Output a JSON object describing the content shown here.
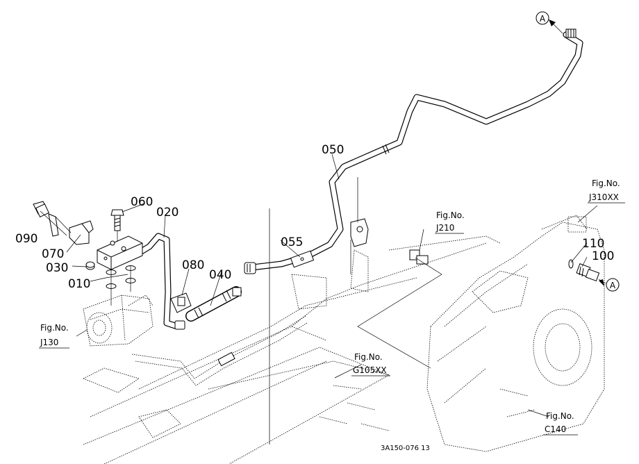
{
  "parts": {
    "p010": "010",
    "p020": "020",
    "p030": "030",
    "p040": "040",
    "p050": "050",
    "p055": "055",
    "p060": "060",
    "p070": "070",
    "p080": "080",
    "p090": "090",
    "p100": "100",
    "p110": "110"
  },
  "markers": {
    "top": "A",
    "bottom": "A"
  },
  "figrefs": {
    "j310": {
      "line1": "Fig.No.",
      "line2": "J310XX"
    },
    "j210": {
      "line1": "Fig.No.",
      "line2": "J210"
    },
    "j130": {
      "line1": "Fig.No.",
      "line2": "J130"
    },
    "g105": {
      "line1": "Fig.No.",
      "line2": "G105XX"
    },
    "c140": {
      "line1": "Fig.No.",
      "line2": "C140"
    }
  },
  "drawing_code": "3A150-076 13"
}
